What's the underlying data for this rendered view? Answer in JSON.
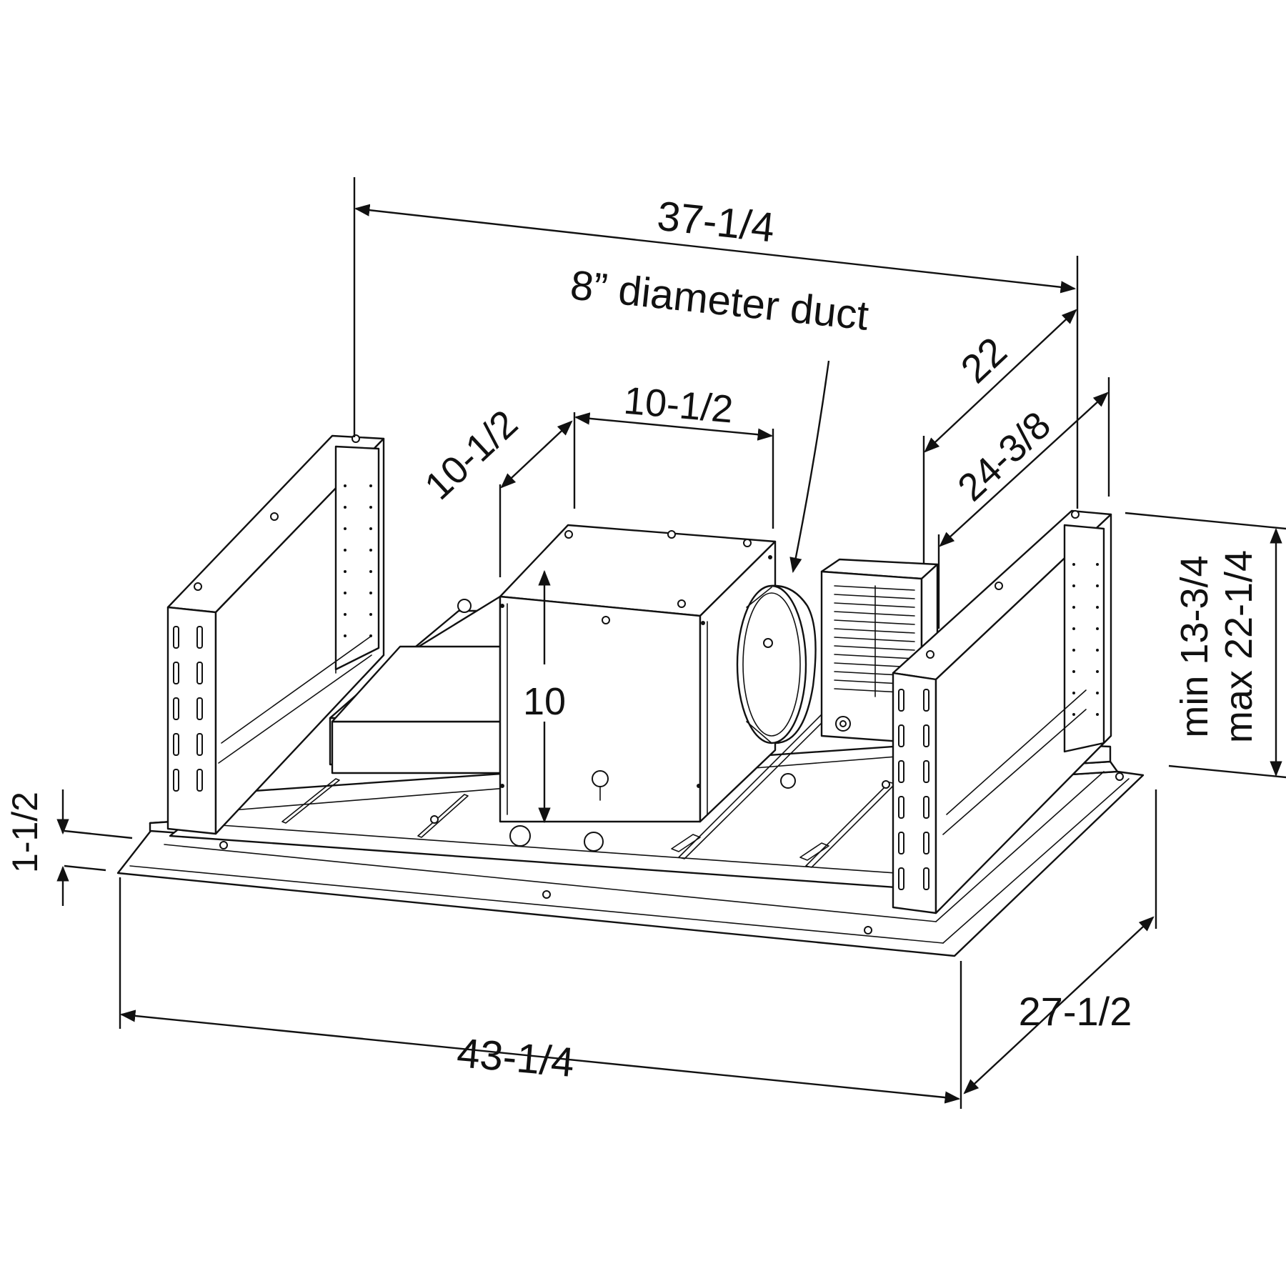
{
  "dimensions": {
    "top_width": "37-1/4",
    "duct_label": "8” diameter duct",
    "blower_depth": "10-1/2",
    "blower_width": "10-1/2",
    "blower_height": "10",
    "right_depth_a": "22",
    "right_depth_b": "24-3/8",
    "height_min": "min 13-3/4",
    "height_max": "max 22-1/4",
    "flange_height": "1-1/2",
    "bottom_width": "43-1/4",
    "bottom_depth": "27-1/2"
  },
  "colors": {
    "ink": "#111111",
    "paper": "#ffffff"
  }
}
